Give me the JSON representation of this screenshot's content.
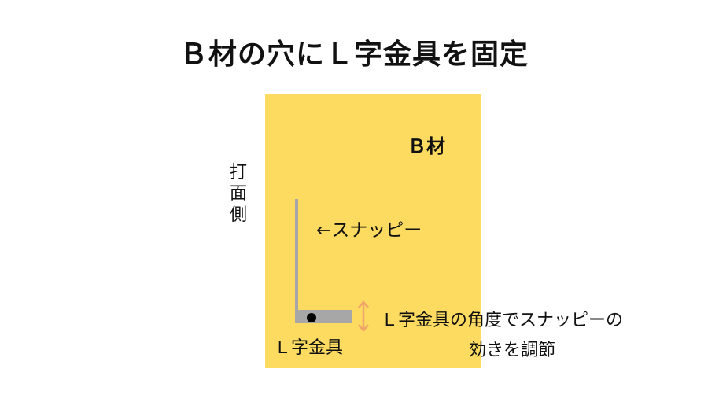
{
  "title": "Ｂ材の穴にＬ字金具を固定",
  "board": {
    "label": "Ｂ材",
    "color": "#fcdb60"
  },
  "side_label": [
    "打",
    "面",
    "側"
  ],
  "snappy": {
    "label": "←スナッピー",
    "color": "#a7a7a7"
  },
  "bracket": {
    "label": "Ｌ字金具",
    "color": "#a7a7a7",
    "hole_color": "#000000"
  },
  "note": {
    "line1": "Ｌ字金具の角度でスナッピーの",
    "line2": "効きを調節",
    "arrow_color": "#f0a46a"
  }
}
